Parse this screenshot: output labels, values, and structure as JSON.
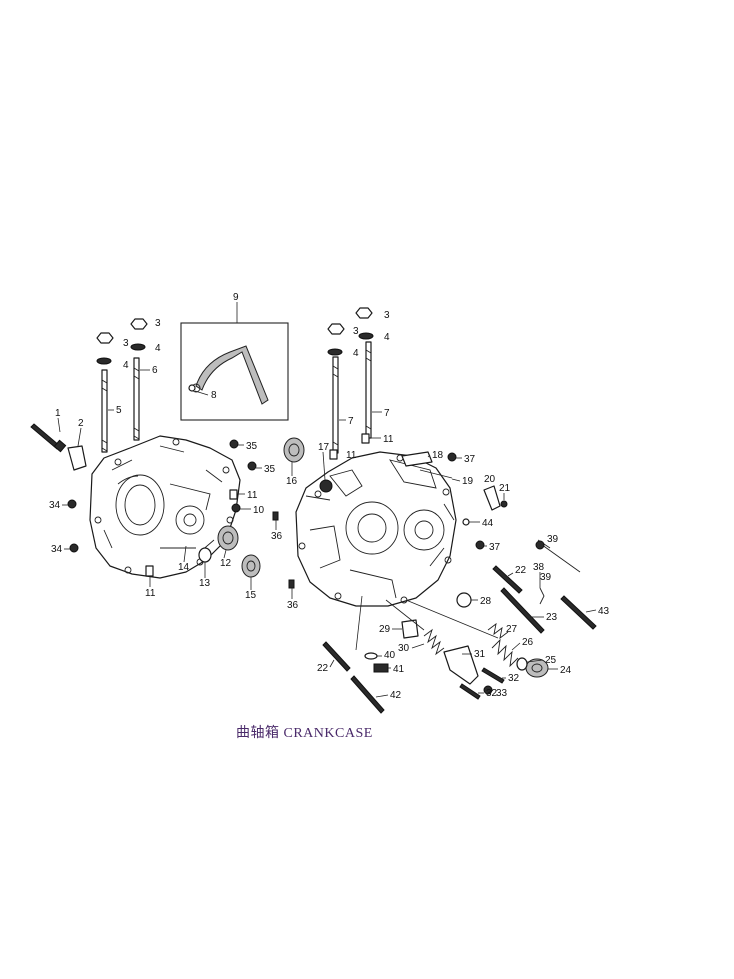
{
  "caption": "曲轴箱 CRANKCASE",
  "callouts": [
    "1",
    "2",
    "3",
    "4",
    "5",
    "6",
    "7",
    "8",
    "9",
    "10",
    "11",
    "12",
    "13",
    "14",
    "15",
    "16",
    "17",
    "18",
    "19",
    "20",
    "21",
    "22",
    "23",
    "24",
    "25",
    "26",
    "27",
    "28",
    "29",
    "30",
    "31",
    "32",
    "33",
    "34",
    "35",
    "36",
    "37",
    "38",
    "39",
    "40",
    "41",
    "42",
    "43",
    "44"
  ]
}
